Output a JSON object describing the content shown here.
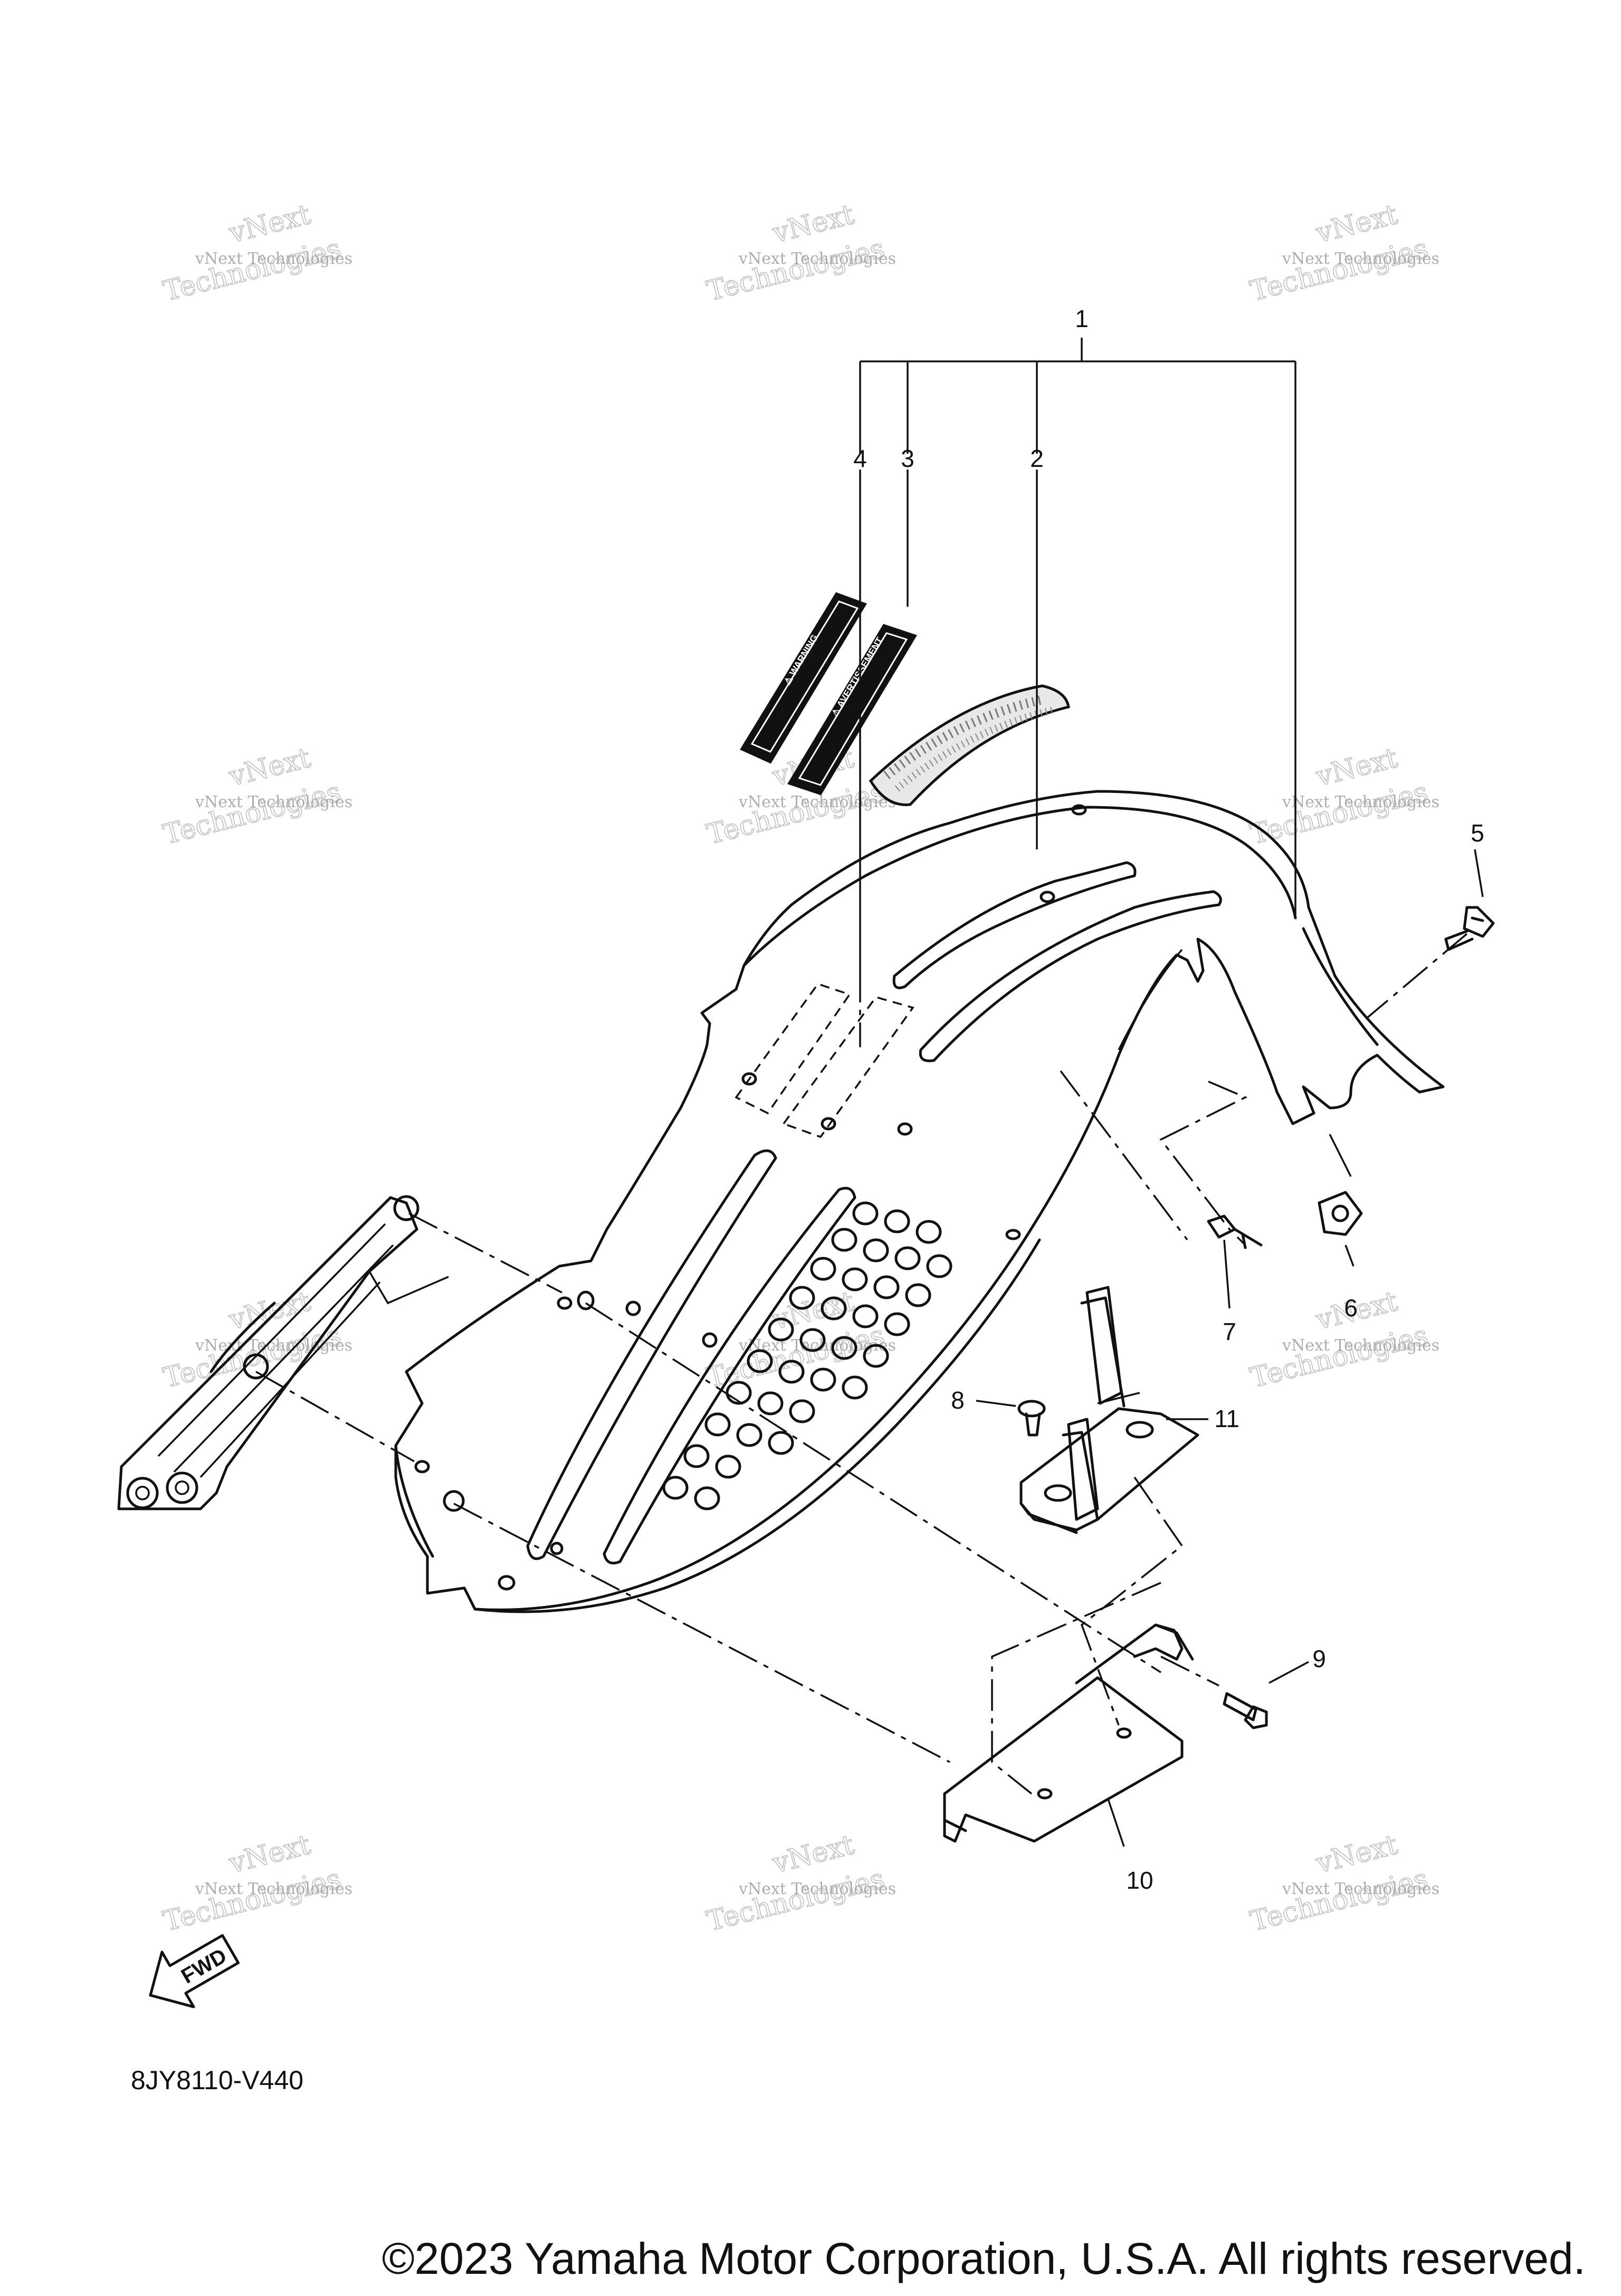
{
  "callouts": [
    "1",
    "2",
    "3",
    "4",
    "5",
    "6",
    "7",
    "8",
    "9",
    "10",
    "11"
  ],
  "diagram_code": "8JY8110-V440",
  "copyright": "©2023 Yamaha Motor Corporation, U.S.A. All rights reserved.",
  "watermark": {
    "line1": "vNext Technologies",
    "line2": "vNext",
    "line3": "Technologies"
  },
  "fwd_label": "FWD",
  "warning_label_text": "⚠ WARNING",
  "avertissement_label_text": "⚠ AVERTISSEMENT",
  "icons": [
    "fwd-arrow-icon"
  ]
}
